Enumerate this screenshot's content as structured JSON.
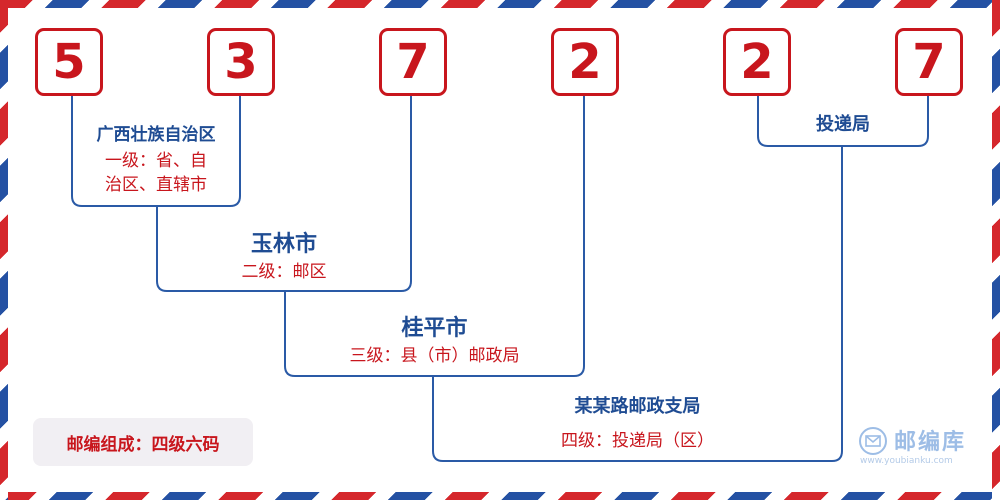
{
  "postal_code": {
    "digits": [
      "5",
      "3",
      "7",
      "2",
      "2",
      "7"
    ]
  },
  "levels": {
    "l1": {
      "name": "广西壮族自治区",
      "desc_line1": "一级：省、自",
      "desc_line2": "治区、直辖市"
    },
    "l2": {
      "name": "玉林市",
      "desc": "二级：邮区"
    },
    "l3": {
      "name": "桂平市",
      "desc": "三级：县（市）邮政局"
    },
    "l4": {
      "name": "某某路邮政支局",
      "desc": "四级：投递局（区）"
    },
    "l5": {
      "name": "投递局"
    }
  },
  "legend": {
    "text": "邮编组成：四级六码"
  },
  "brand": {
    "name": "邮编库",
    "url": "www.youbianku.com",
    "icon": "envelope-icon"
  },
  "colors": {
    "red": "#c8161d",
    "blue": "#1f4c93",
    "stripe_red": "#d5272c",
    "stripe_blue": "#2451a3"
  }
}
